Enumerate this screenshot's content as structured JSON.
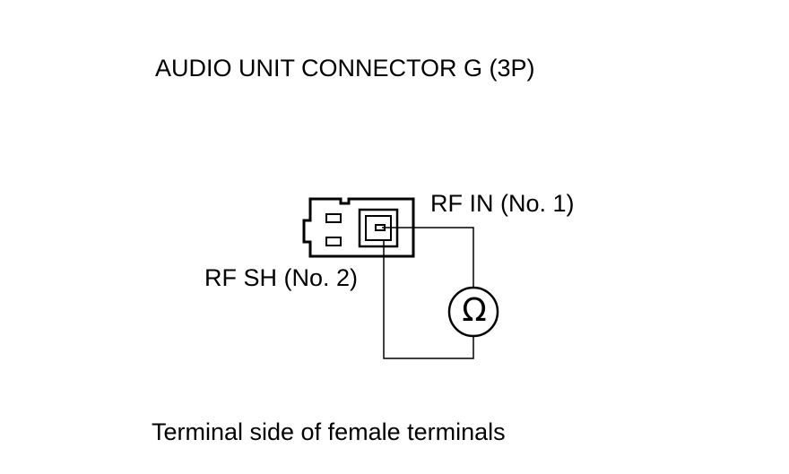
{
  "title": "AUDIO UNIT CONNECTOR G (3P)",
  "terminals": {
    "rf_in": "RF IN (No. 1)",
    "rf_sh": "RF SH (No. 2)"
  },
  "meter_symbol": "Ω",
  "caption": "Terminal side of female terminals",
  "colors": {
    "line": "#000000",
    "background": "#ffffff"
  }
}
